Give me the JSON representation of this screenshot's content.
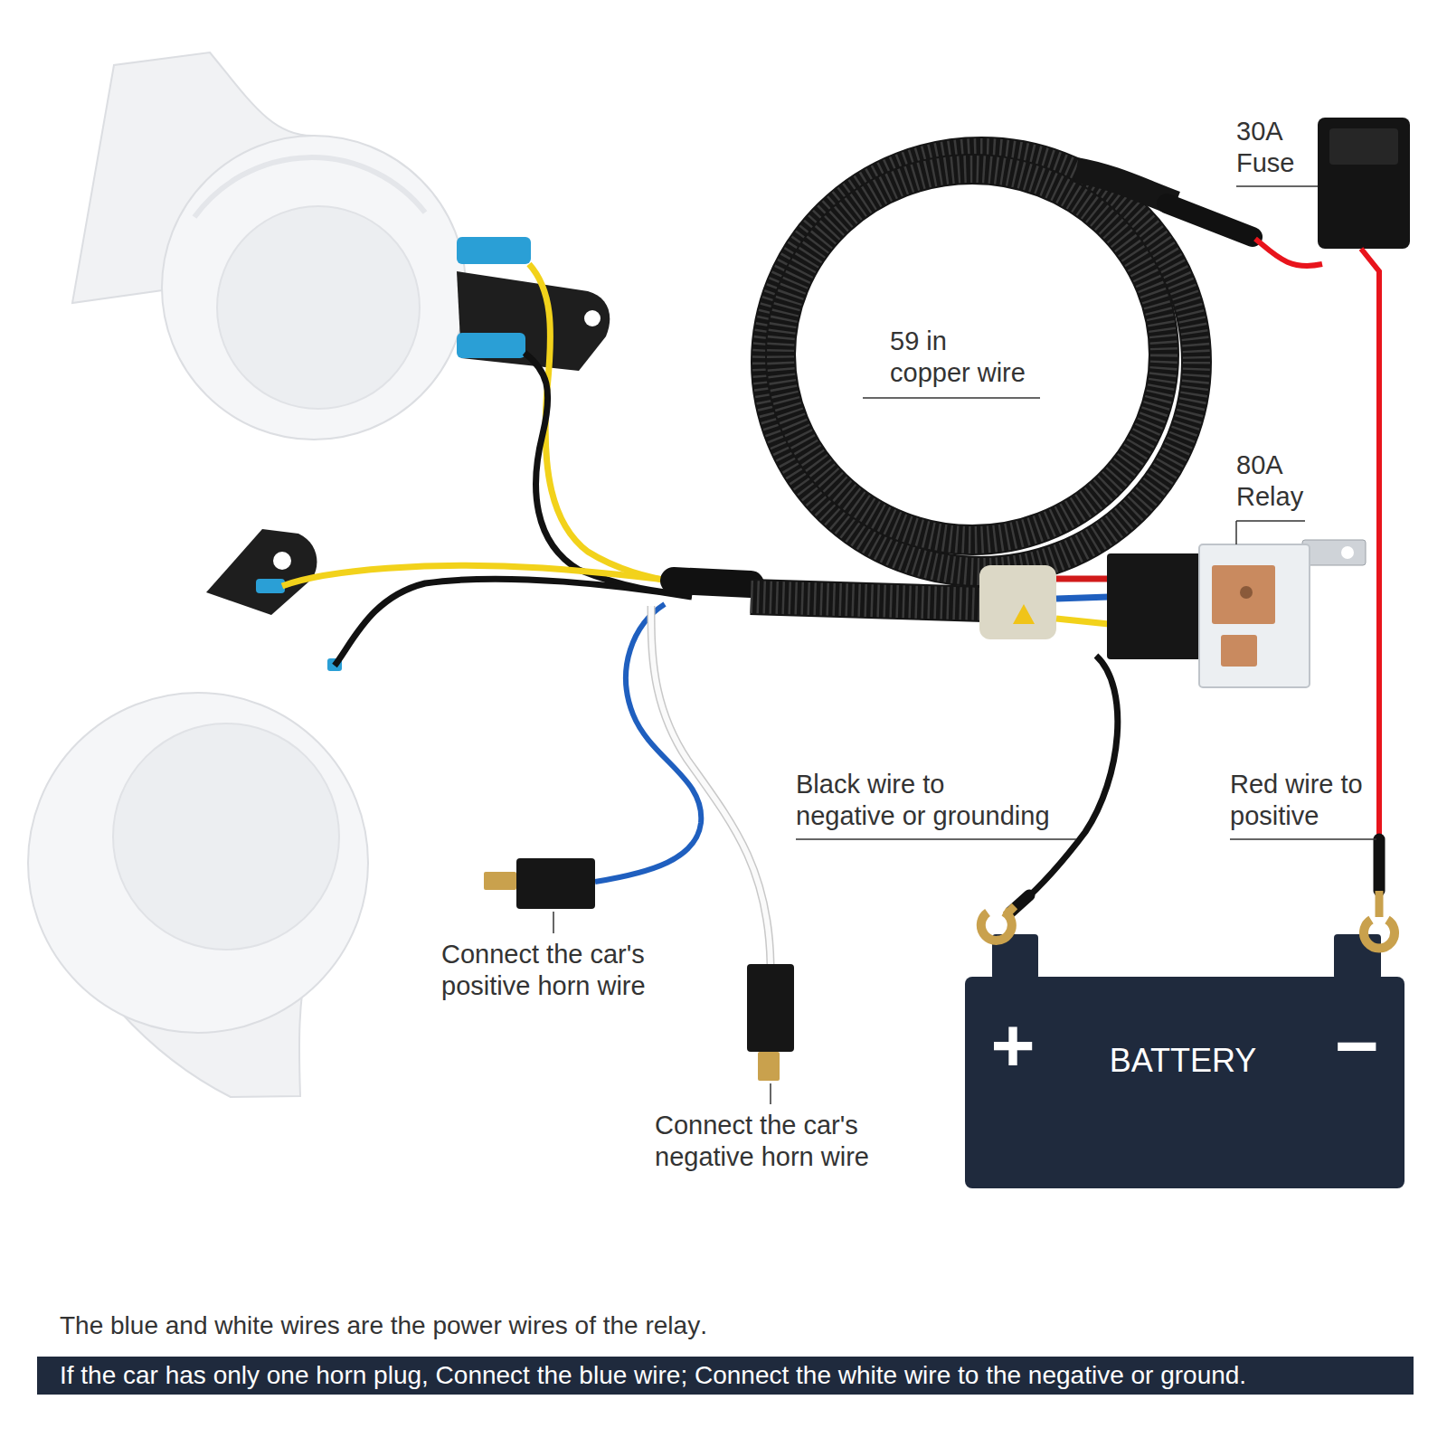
{
  "diagram": {
    "nodes": [
      {
        "text": [
          "+",
          "BATTERY",
          "−"
        ]
      }
    ],
    "labels": [
      "30A Fuse",
      "59 in copper wire",
      "80A Relay",
      "Black wire to negative or grounding",
      "Red wire to positive",
      "Connect the car's positive horn wire",
      "Connect the car's negative horn wire",
      "The blue and white wires are the power wires of the relay.",
      "If the car has only one horn plug, Connect the blue wire; Connect the white wire to the negative or ground."
    ]
  }
}
